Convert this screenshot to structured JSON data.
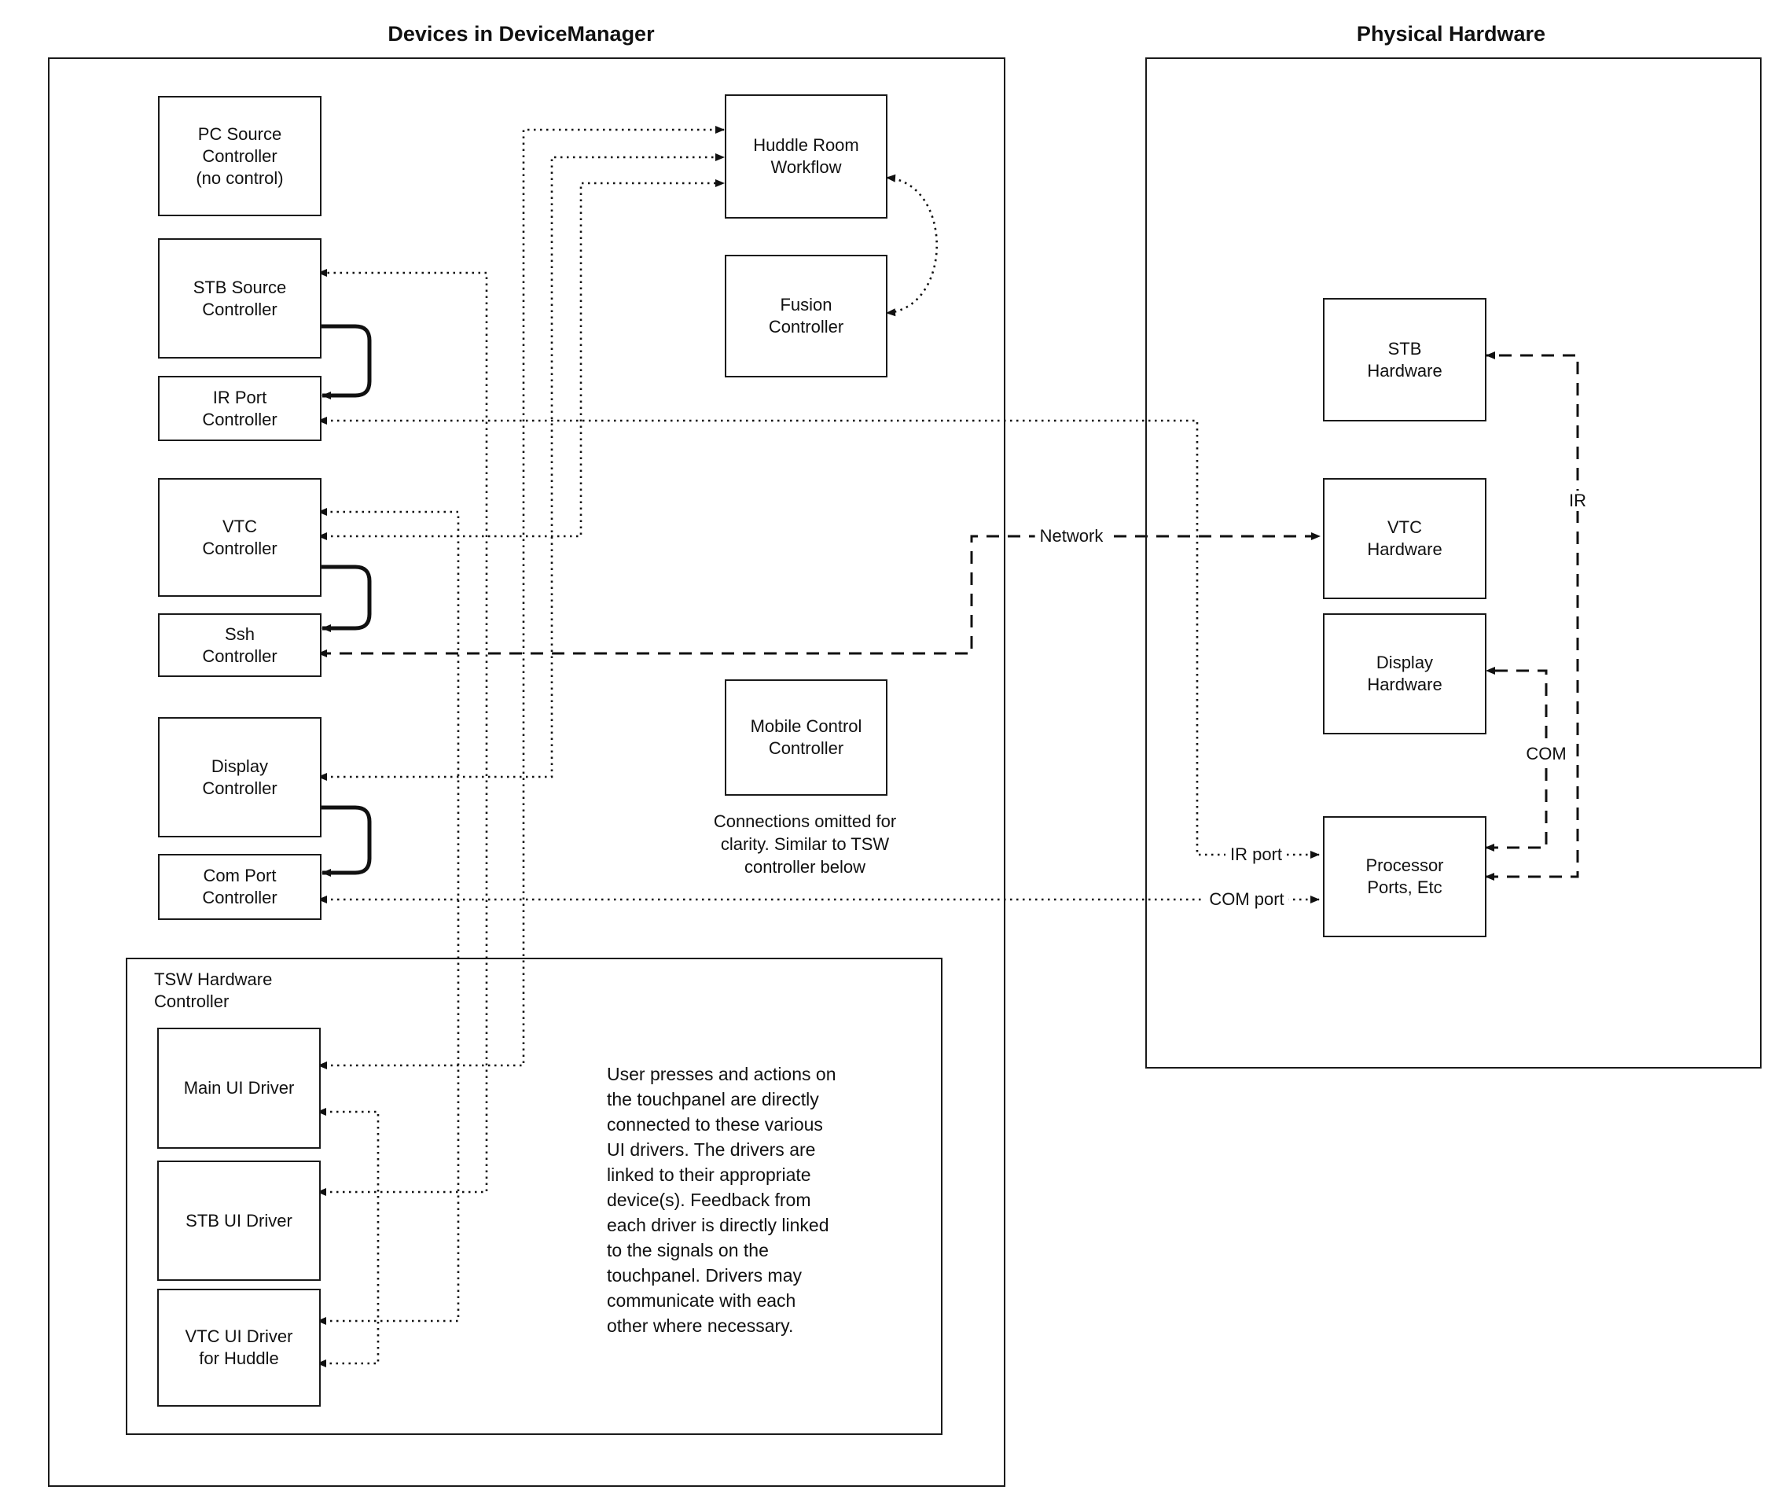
{
  "titles": {
    "left": "Devices in DeviceManager",
    "right": "Physical Hardware"
  },
  "nodes": {
    "pc_source": "PC Source\nController\n(no control)",
    "stb_source": "STB Source\nController",
    "ir_port": "IR Port\nController",
    "vtc": "VTC\nController",
    "ssh": "Ssh\nController",
    "display": "Display\nController",
    "com_port": "Com Port\nController",
    "huddle": "Huddle Room\nWorkflow",
    "fusion": "Fusion\nController",
    "mobile": "Mobile Control\nController",
    "mobile_caption": "Connections omitted for\nclarity. Similar to TSW\ncontroller below",
    "tsw_label": "TSW Hardware\nController",
    "main_ui": "Main UI Driver",
    "stb_ui": "STB UI Driver",
    "vtc_ui": "VTC UI Driver\nfor Huddle",
    "tsw_note": "User presses and actions on\nthe touchpanel are directly\nconnected to these various\nUI drivers.  The drivers are\nlinked to their appropriate\ndevice(s). Feedback from\neach driver is directly linked\nto the signals on the\ntouchpanel. Drivers may\ncommunicate with each\nother where necessary.",
    "stb_hw": "STB\nHardware",
    "vtc_hw": "VTC\nHardware",
    "display_hw": "Display\nHardware",
    "processor": "Processor\nPorts, Etc"
  },
  "edge_labels": {
    "network": "Network",
    "ir": "IR",
    "com": "COM",
    "ir_port": "IR port",
    "com_port": "COM port"
  },
  "colors": {
    "line": "#111111",
    "background": "#ffffff"
  }
}
